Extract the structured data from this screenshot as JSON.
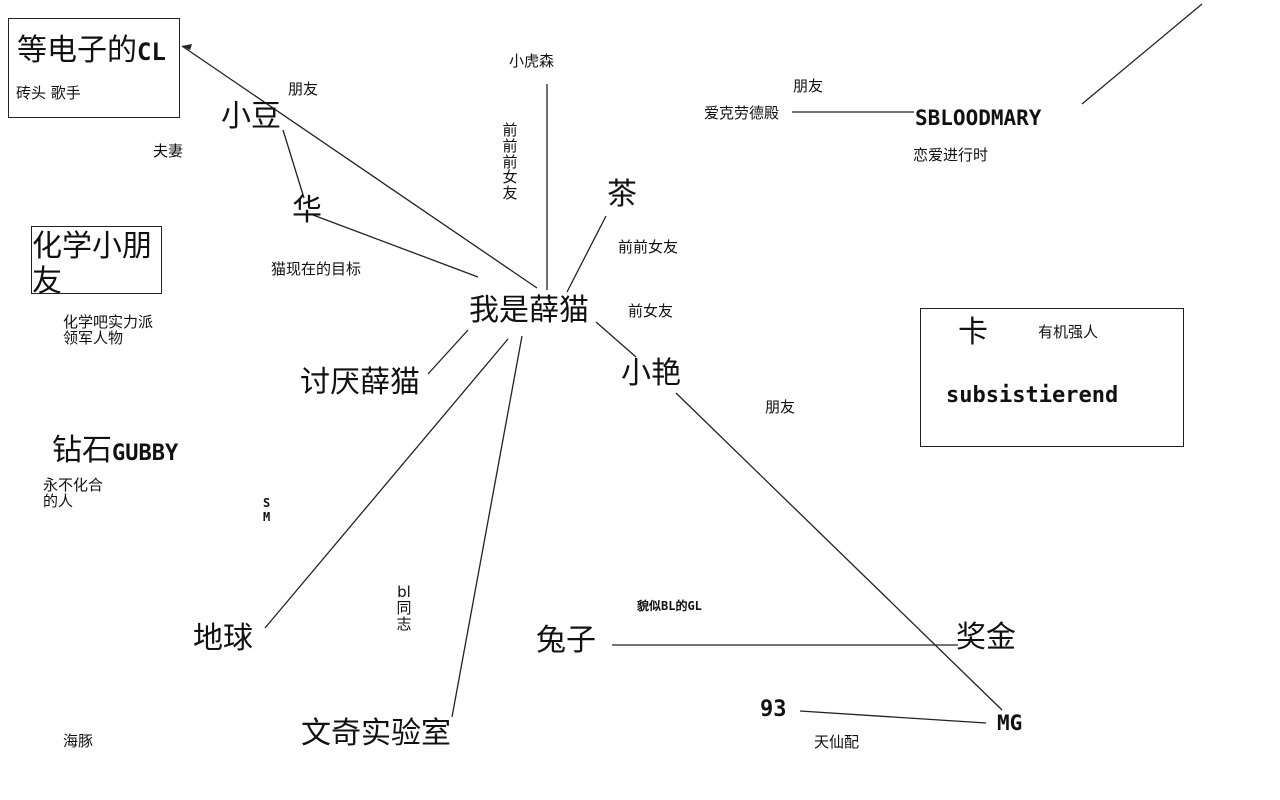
{
  "nodes": {
    "cl_title": "等电子的",
    "cl_tag": "CL",
    "cl_sub": "砖头  歌手",
    "chem_box": "化学小朋友",
    "chem_sub1": "化学吧实力派",
    "chem_sub2": "领军人物",
    "diamond_cn": "钻石",
    "diamond_en": "GUBBY",
    "diamond_sub1": "永不化合",
    "diamond_sub2": "的人",
    "haitun": "海豚",
    "xiaodou": "小豆",
    "hua": "华",
    "center": "我是薛猫",
    "taoyan": "讨厌薛猫",
    "diqiu": "地球",
    "wenqi": "文奇实验室",
    "cha": "茶",
    "xiaoyan": "小艳",
    "xiaohusen": "小虎森",
    "tuzi": "兔子",
    "jiangjin": "奖金",
    "n93": "93",
    "mg": "MG",
    "ekfd": "爱克劳德殿",
    "sbloodmary": "SBLOODMARY",
    "ka": "卡",
    "ka_sub": "有机强人",
    "subsistierend": "subsistierend"
  },
  "relations": {
    "pengyou_1": "朋友",
    "fuqi": "夫妻",
    "mao_mubiao": "猫现在的目标",
    "qianqianqian": "前前前女友",
    "qianqian": "前前女友",
    "qian": "前女友",
    "pengyou_2": "朋友",
    "lianai": "恋爱进行时",
    "pengyou_3": "朋友",
    "sm": "SM",
    "bl": "bl同志",
    "maosi": "貌似BL的GL",
    "tianxianpei": "天仙配"
  }
}
